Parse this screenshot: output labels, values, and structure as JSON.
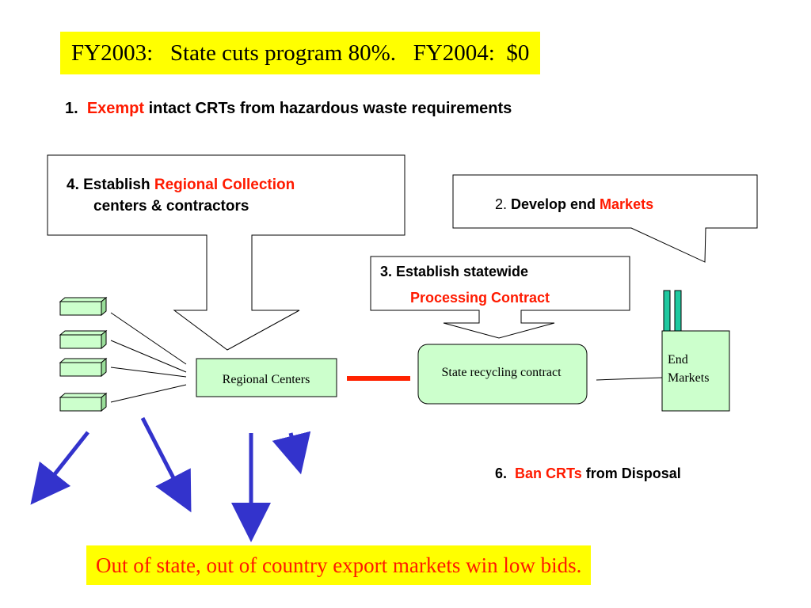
{
  "headline": "FY2003:   State cuts program 80%.   FY2004:  $0",
  "step1": {
    "number": "1.",
    "highlight": "Exempt",
    "rest": "intact CRTs from hazardous waste requirements"
  },
  "step4": {
    "prefix": "4.  Establish ",
    "highlight": "Regional Collection",
    "line2": "centers  & contractors"
  },
  "step2": {
    "number": "2.",
    "prefix": "  Develop end ",
    "highlight": "Markets"
  },
  "step3": {
    "line1": "3.  Establish statewide",
    "highlight": "Processing Contract"
  },
  "regional_centers": "Regional Centers",
  "state_recycling": "State recycling contract",
  "end_markets": {
    "line1": "End",
    "line2": "Markets"
  },
  "step6": {
    "number": "6.",
    "highlight": "Ban CRTs",
    "rest": "from Disposal"
  },
  "footer": "Out of state, out of country export markets win low bids.",
  "colors": {
    "highlight_red": "#ff1a00",
    "box_green": "#ccffcc",
    "arrow_blue": "#3333cc",
    "yellow": "#ffff00",
    "connector_red": "#ff2200",
    "teal": "#1fc9a0"
  }
}
